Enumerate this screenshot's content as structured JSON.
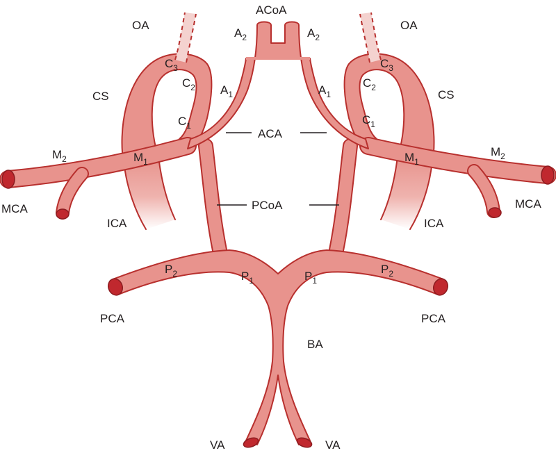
{
  "colors": {
    "vessel_fill": "#e8938d",
    "vessel_outline": "#b8302e",
    "vessel_lumen": "#c0282e",
    "label_text": "#231f20"
  },
  "labels": {
    "acoa": "ACoA",
    "a2_left": {
      "base": "A",
      "sub": "2"
    },
    "a2_right": {
      "base": "A",
      "sub": "2"
    },
    "a1_left": {
      "base": "A",
      "sub": "1"
    },
    "a1_right": {
      "base": "A",
      "sub": "1"
    },
    "oa_left": "OA",
    "oa_right": "OA",
    "cs_left": "CS",
    "cs_right": "CS",
    "c1_left": {
      "base": "C",
      "sub": "1"
    },
    "c2_left": {
      "base": "C",
      "sub": "2"
    },
    "c3_left": {
      "base": "C",
      "sub": "3"
    },
    "c1_right": {
      "base": "C",
      "sub": "1"
    },
    "c2_right": {
      "base": "C",
      "sub": "2"
    },
    "c3_right": {
      "base": "C",
      "sub": "3"
    },
    "aca": "ACA",
    "m1_left": {
      "base": "M",
      "sub": "1"
    },
    "m2_left": {
      "base": "M",
      "sub": "2"
    },
    "m1_right": {
      "base": "M",
      "sub": "1"
    },
    "m2_right": {
      "base": "M",
      "sub": "2"
    },
    "mca_left": "MCA",
    "mca_right": "MCA",
    "ica_left": "ICA",
    "ica_right": "ICA",
    "pcoa": "PCoA",
    "p1_left": {
      "base": "P",
      "sub": "1"
    },
    "p2_left": {
      "base": "P",
      "sub": "2"
    },
    "p1_right": {
      "base": "P",
      "sub": "1"
    },
    "p2_right": {
      "base": "P",
      "sub": "2"
    },
    "pca_left": "PCA",
    "pca_right": "PCA",
    "ba": "BA",
    "va_left": "VA",
    "va_right": "VA"
  }
}
